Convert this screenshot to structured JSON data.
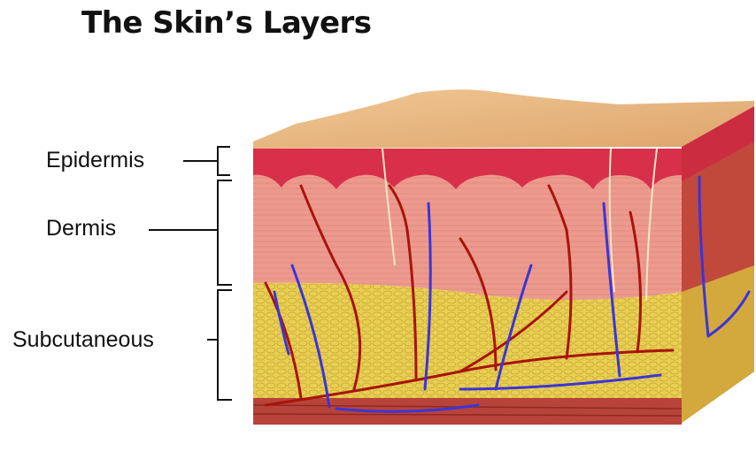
{
  "title": "The Skin’s Layers",
  "labels": {
    "epidermis": "Epidermis",
    "dermis": "Dermis",
    "subcutaneous": "Subcutaneous"
  },
  "colors": {
    "surface_top": "#e8b57e",
    "epidermis": "#d8304a",
    "dermis": "#ee9a90",
    "subcutaneous": "#e8cf52",
    "deep_layer": "#b8433a",
    "artery": "#a8140c",
    "vein": "#3b35d6"
  }
}
